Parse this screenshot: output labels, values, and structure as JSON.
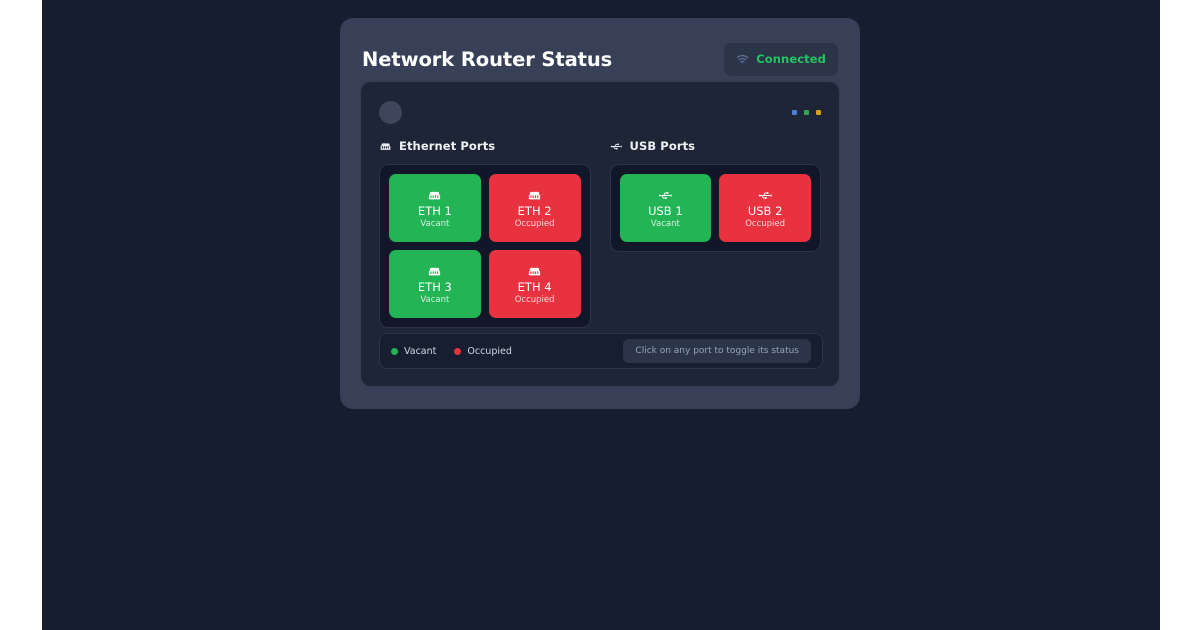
{
  "theme": {
    "page_bg": "#161d2e",
    "panel_bg": "#374056",
    "card_bg": "#1d2536",
    "ports_box_bg": "#111729",
    "vacant_color": "#22b455",
    "occupied_color": "#e8323f",
    "connected_color": "#22c55e"
  },
  "panel": {
    "title": "Network Router Status",
    "status_badge": {
      "icon": "wifi-icon",
      "label": "Connected"
    }
  },
  "card": {
    "router_indicator": "router-status-dot",
    "activity_dots": [
      {
        "name": "link-dot",
        "color": "#4a7fd4"
      },
      {
        "name": "activity-dot",
        "color": "#2fa84f"
      },
      {
        "name": "power-dot",
        "color": "#d4a017"
      }
    ]
  },
  "sections": [
    {
      "key": "ethernet",
      "icon": "ethernet-icon",
      "title": "Ethernet Ports",
      "ports": [
        {
          "name": "ETH 1",
          "status": "Vacant",
          "state": "vacant"
        },
        {
          "name": "ETH 2",
          "status": "Occupied",
          "state": "occupied"
        },
        {
          "name": "ETH 3",
          "status": "Vacant",
          "state": "vacant"
        },
        {
          "name": "ETH 4",
          "status": "Occupied",
          "state": "occupied"
        }
      ]
    },
    {
      "key": "usb",
      "icon": "usb-icon",
      "title": "USB Ports",
      "ports": [
        {
          "name": "USB 1",
          "status": "Vacant",
          "state": "vacant"
        },
        {
          "name": "USB 2",
          "status": "Occupied",
          "state": "occupied"
        }
      ]
    }
  ],
  "footer": {
    "legend": [
      {
        "label": "Vacant",
        "state": "vacant"
      },
      {
        "label": "Occupied",
        "state": "occupied"
      }
    ],
    "hint": "Click on any port to toggle its status"
  }
}
